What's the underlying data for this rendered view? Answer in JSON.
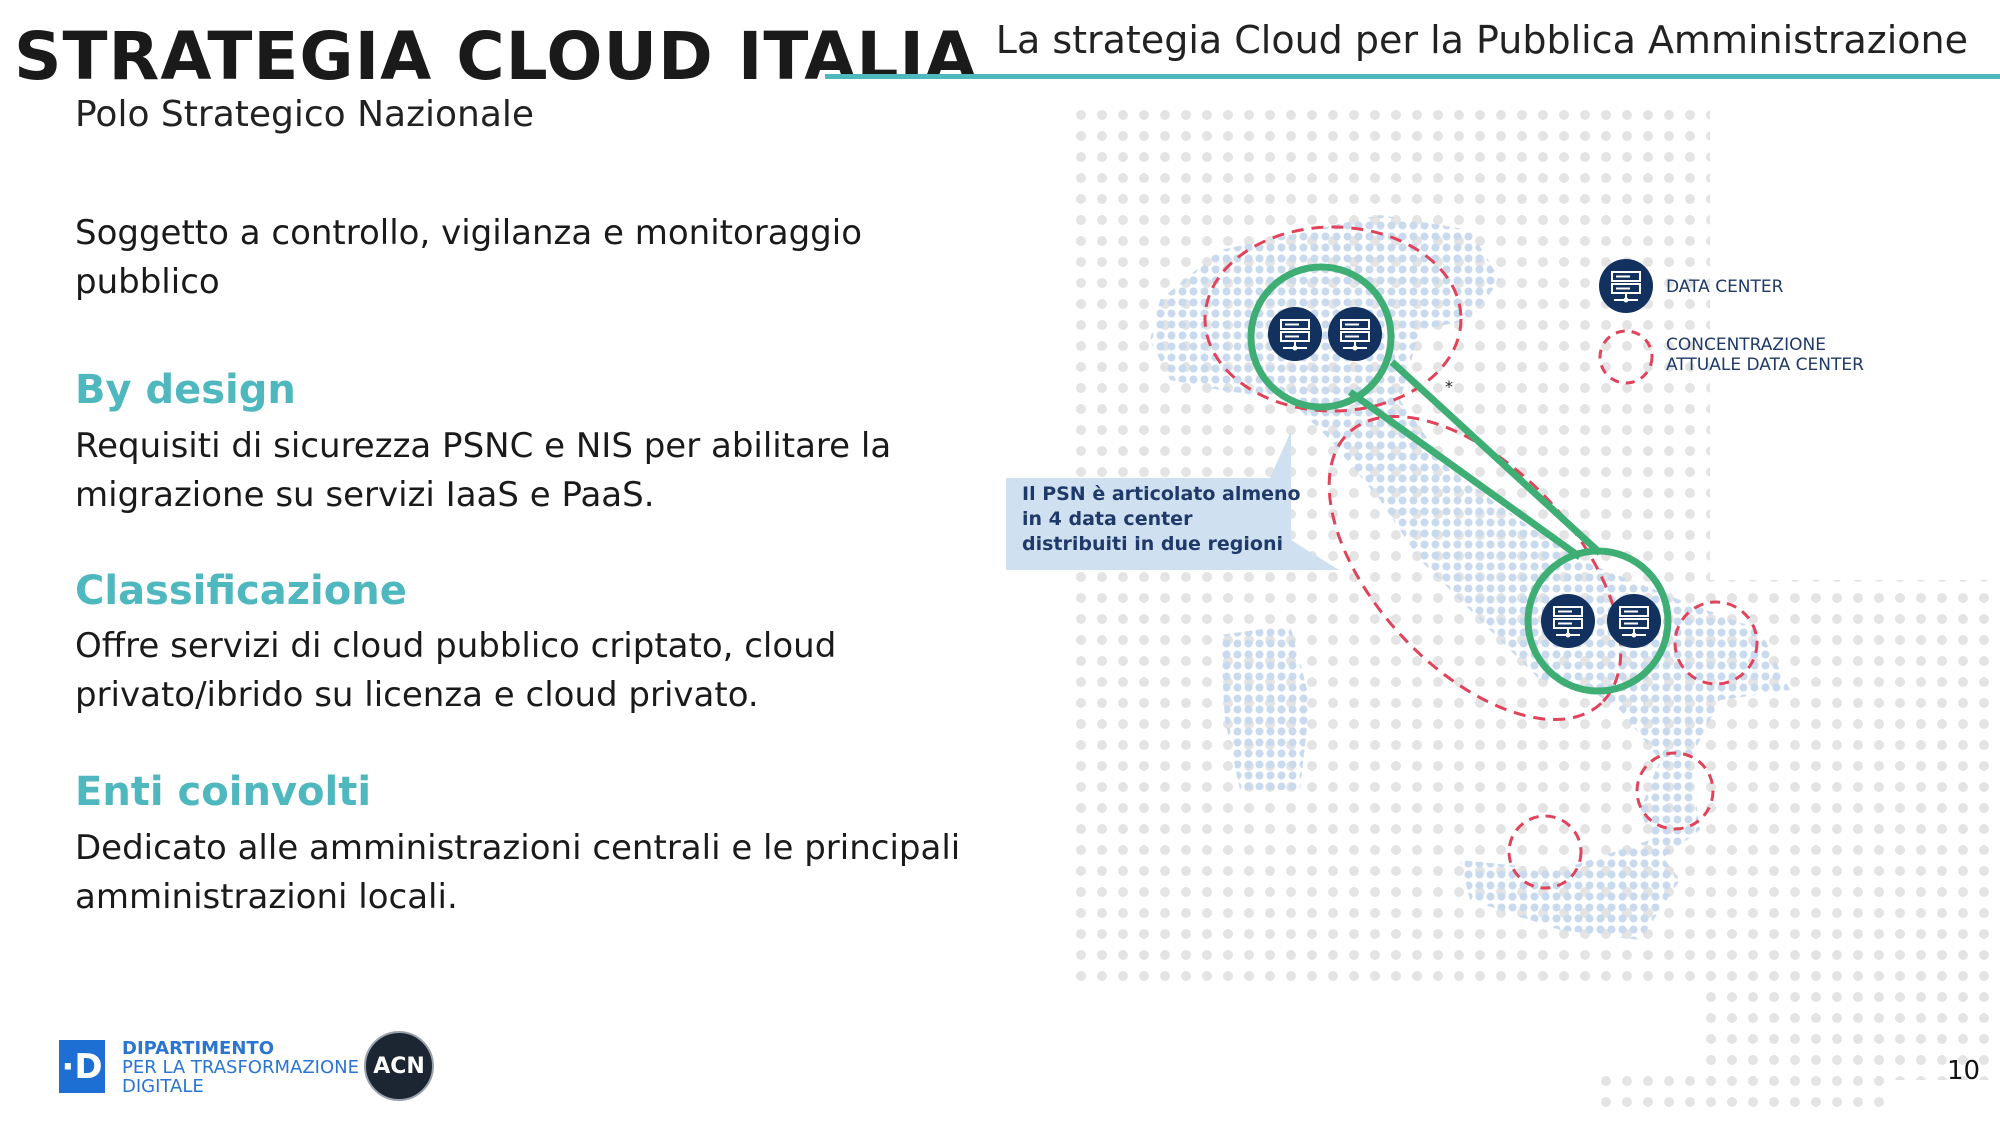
{
  "header": {
    "title": "STRATEGIA CLOUD ITALIA",
    "right_title": "La strategia Cloud per la Pubblica Amministrazione",
    "accent_color": "#4fb8be"
  },
  "subtitle": "Polo Strategico Nazionale",
  "intro": [
    "Soggetto a controllo, vigilanza e monitoraggio",
    "pubblico"
  ],
  "sections": [
    {
      "heading": "By design",
      "lines": [
        "Requisiti di sicurezza PSNC e NIS per abilitare la",
        "migrazione su servizi IaaS e PaaS."
      ]
    },
    {
      "heading": "Classificazione",
      "lines": [
        "Offre servizi di cloud pubblico criptato, cloud",
        "privato/ibrido su licenza e cloud privato."
      ]
    },
    {
      "heading": "Enti coinvolti",
      "lines": [
        "Dedicato alle amministrazioni centrali e le principali",
        "amministrazioni locali."
      ]
    }
  ],
  "map": {
    "callout": [
      "Il PSN è articolato almeno",
      "in 4 data center",
      "distribuiti in due regioni"
    ],
    "legend": {
      "data_center": "DATA CENTER",
      "concentration": [
        "CONCENTRAZIONE",
        "ATTUALE DATA CENTER"
      ]
    },
    "asterisk": "*",
    "colors": {
      "green": "#3fae74",
      "red_dashed": "#e0435a",
      "navy": "#12315e",
      "dots_land": "#c8d9ec",
      "dots_bg": "#e6e6e6"
    }
  },
  "footer": {
    "logo_d": "·D",
    "dept": [
      "DIPARTIMENTO",
      "PER LA TRASFORMAZIONE",
      "DIGITALE"
    ],
    "acn": "ACN",
    "page_number": "10"
  }
}
